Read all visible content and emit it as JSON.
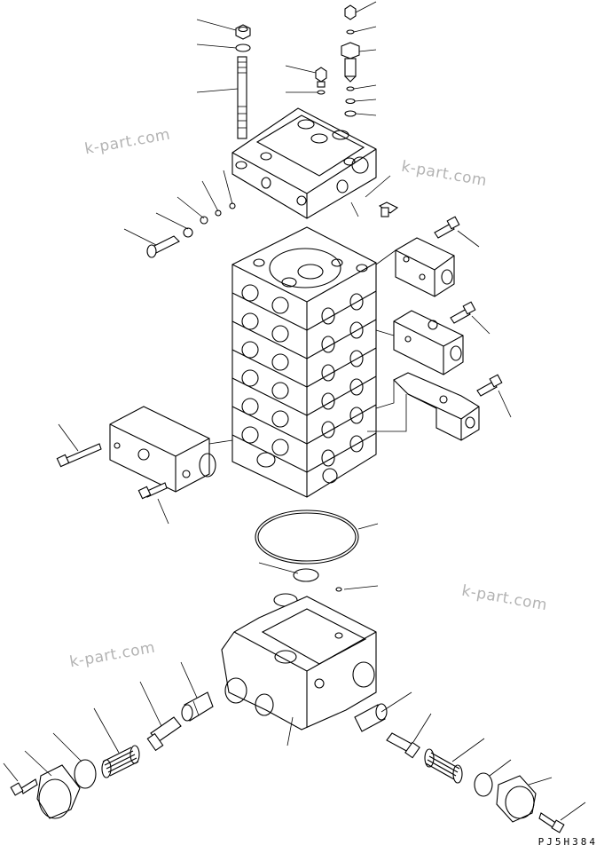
{
  "diagram": {
    "watermarks": [
      "k-part.com",
      "k-part.com",
      "k-part.com",
      "k-part.com"
    ],
    "drawing_code": "PJ5H384"
  }
}
